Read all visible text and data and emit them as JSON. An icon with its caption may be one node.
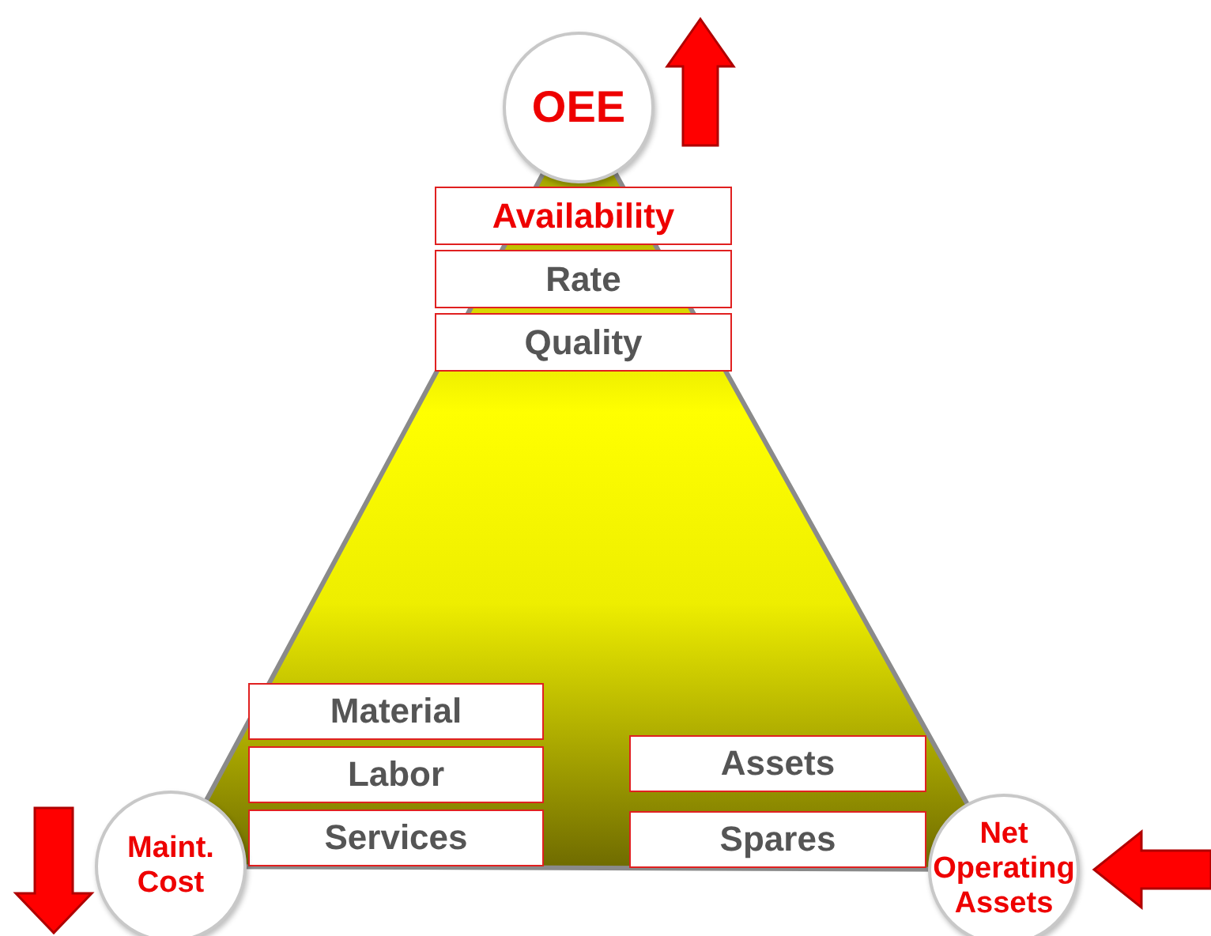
{
  "diagram": {
    "nodes": [
      {
        "text": [
          "OEE"
        ]
      },
      {
        "text": [
          "Availability"
        ]
      },
      {
        "text": [
          "Rate"
        ]
      },
      {
        "text": [
          "Quality"
        ]
      },
      {
        "text": [
          "Material"
        ]
      },
      {
        "text": [
          "Labor"
        ]
      },
      {
        "text": [
          "Services"
        ]
      },
      {
        "text": [
          "Assets"
        ]
      },
      {
        "text": [
          "Spares"
        ]
      },
      {
        "text": [
          "Maint. Cost"
        ]
      },
      {
        "text": [
          "Net Operating Assets"
        ]
      }
    ]
  }
}
